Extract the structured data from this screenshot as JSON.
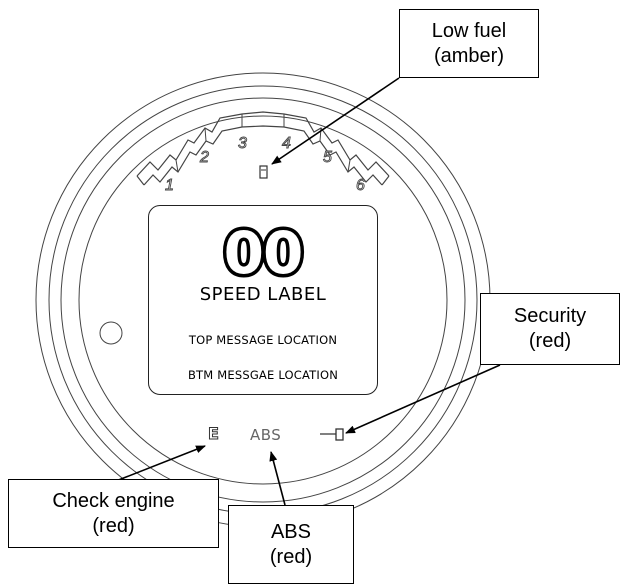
{
  "callouts": {
    "low_fuel": {
      "line1": "Low fuel",
      "line2": "(amber)"
    },
    "security": {
      "line1": "Security",
      "line2": "(red)"
    },
    "check_engine": {
      "line1": "Check engine",
      "line2": "(red)"
    },
    "abs": {
      "line1": "ABS",
      "line2": "(red)"
    }
  },
  "display": {
    "speed": "00",
    "speed_label": "SPEED LABEL",
    "top_message": "TOP MESSAGE LOCATION",
    "btm_message": "BTM MESSGAE LOCATION"
  },
  "indicators": {
    "engine_icon": "E",
    "abs_label": "ABS",
    "security_icon": "key-icon",
    "fuel_icon": "fuel-pump-icon"
  },
  "tach": {
    "numbers": [
      "1",
      "2",
      "3",
      "4",
      "5",
      "6"
    ]
  },
  "colors": {
    "amber": "#FFBF00",
    "red": "#FF0000"
  }
}
